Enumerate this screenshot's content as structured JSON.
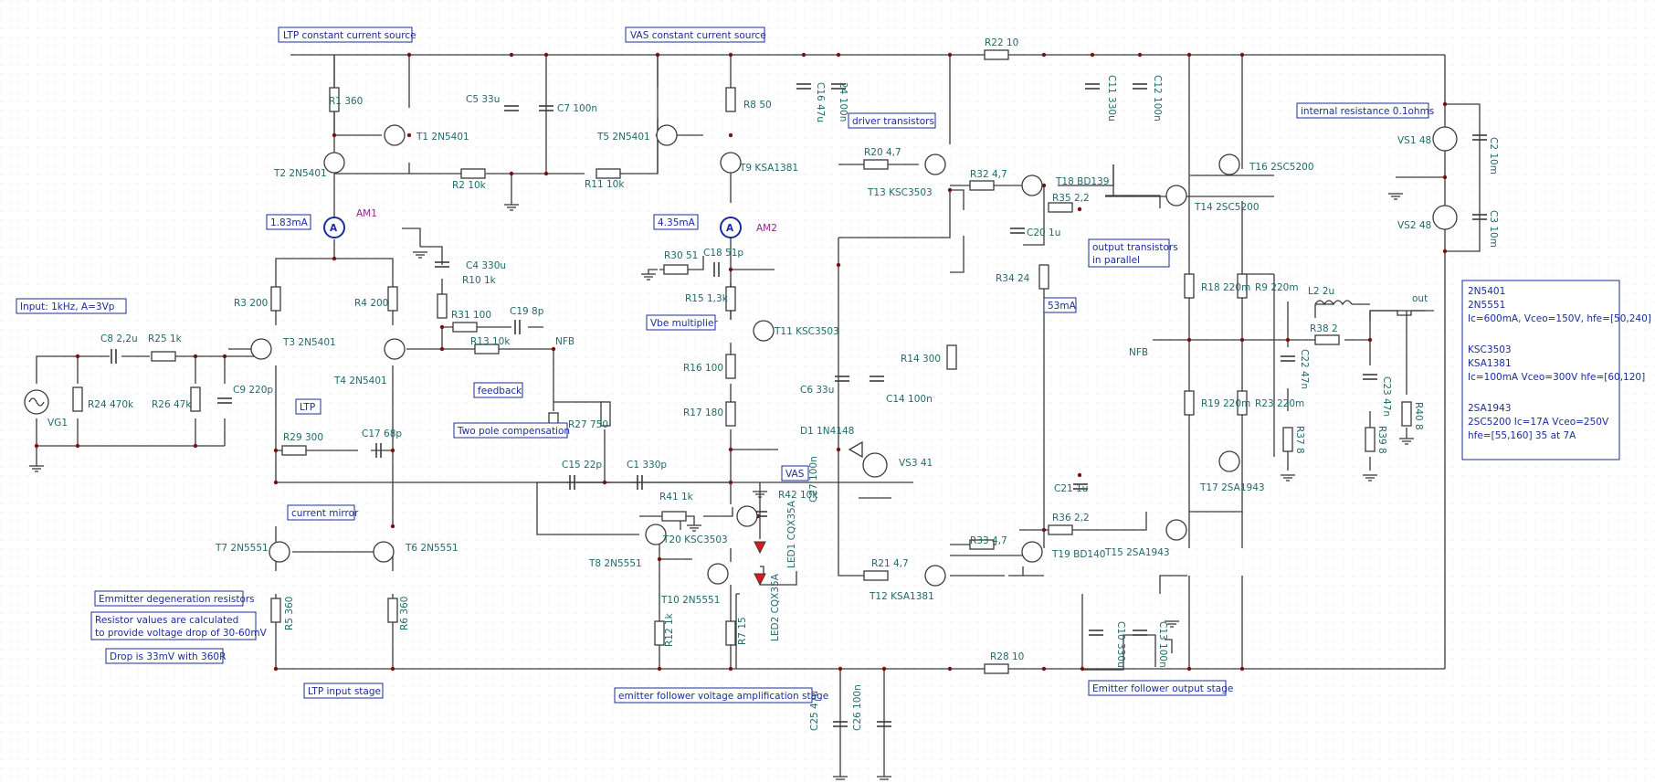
{
  "components": {
    "R1": "R1 360",
    "T1": "T1 2N5401",
    "T2": "T2 2N5401",
    "R2": "R2 10k",
    "C5": "C5 33u",
    "C7": "C7 100n",
    "T5": "T5 2N5401",
    "R8": "R8 50",
    "R11": "R11 10k",
    "T9": "T9 KSA1381",
    "C16": "C16 47u",
    "C24": "24 100n",
    "R22": "R22 10",
    "C11": "C11 330u",
    "C12": "C12 100n",
    "R20": "R20 4,7",
    "T13": "T13 KSC3503",
    "R32": "R32 4,7",
    "T18": "T18 BD139",
    "R35": "R35 2,2",
    "C20": "C20 1u",
    "R34": "R34 24",
    "T16": "T16 2SC5200",
    "T14": "T14 2SC5200",
    "VS1": "VS1 48",
    "C2": "C2 10m",
    "VS2": "VS2 48",
    "C3": "C3 10m",
    "C4": "C4 330u",
    "R10": "R10 1k",
    "R31": "R31 100",
    "C19": "C19 8p",
    "R13": "R13 10k",
    "R30": "R30 51",
    "C18": "C18 51p",
    "R15": "R15 1,3k",
    "T11": "T11 KSC3503",
    "R16": "R16 100",
    "R17": "R17 180",
    "R14": "R14 300",
    "C6": "C6 33u",
    "C14": "C14 100n",
    "D1": "D1 1N4148",
    "VS3": "VS3 41",
    "R18": "R18 220m",
    "R9": "R9 220m",
    "L2": "L2 2u",
    "R38": "R38 2",
    "C22": "C22 47n",
    "R37": "R37 8",
    "C23": "C23 47n",
    "R39": "R39 8",
    "R40": "R40 8",
    "R19": "R19 220m",
    "R23": "R23 220m",
    "C21": "C21 1u",
    "T17": "T17 2SA1943",
    "R36": "R36 2,2",
    "T15": "T15 2SA1943",
    "T19": "T19 BD140",
    "R33": "R33 4,7",
    "R21": "R21 4,7",
    "T12": "T12 KSA1381",
    "C27": "C27 100n",
    "R42": "R42 10k",
    "R41": "R41 1k",
    "T20": "T20 KSC3503",
    "LED1": "LED1 CQX35A",
    "LED2": "LED2 CQX35A",
    "T10": "T10 2N5551",
    "R7": "R7 15",
    "R12": "R12 1k",
    "T8": "T8 2N5551",
    "C15": "C15 22p",
    "C1": "C1 330p",
    "R27": "R27 750",
    "R3": "R3 200",
    "R4": "R4 200",
    "T3": "T3 2N5401",
    "T4": "T4 2N5401",
    "R29": "R29 300",
    "C17": "C17 68p",
    "C8": "C8 2,2u",
    "R25": "R25 1k",
    "C9": "C9 220p",
    "R24": "R24 470k",
    "R26": "R26 47k",
    "VG1": "VG1",
    "T7": "T7 2N5551",
    "T6": "T6 2N5551",
    "R5": "R5 360",
    "R6": "R6 360",
    "C10": "C10 330u",
    "C13": "C13 100n",
    "R28": "R28 10",
    "C25": "C25 47u",
    "C26": "C26 100n"
  },
  "meters": {
    "am1_symbol": "A",
    "am1_label": "AM1",
    "am2_symbol": "A",
    "am2_label": "AM2"
  },
  "nets": {
    "nfb_left": "NFB",
    "nfb_right": "NFB",
    "out": "out"
  },
  "annotations": {
    "ltp_ccs": "LTP constant current source",
    "vas_ccs": "VAS constant current source",
    "driver": "driver transistors",
    "internal_r": "internal resistance 0.1ohms",
    "am1_reading": "1.83mA",
    "am2_reading": "4.35mA",
    "input": "Input: 1kHz, A=3Vp",
    "vbe": "Vbe multiplier",
    "ltp": "LTP",
    "feedback": "feedback",
    "two_pole": "Two pole compensation",
    "vas": "VAS",
    "current_mirror": "current mirror",
    "out_parallel_1": "output transistors",
    "out_parallel_2": "in parallel",
    "ma53": "53mA",
    "emitter_deg": "Emmitter degeneration resistors",
    "resistor_calc_1": "Resistor values are calculated",
    "resistor_calc_2": "to provide voltage drop of 30-60mV",
    "drop": "Drop is 33mV with 360R",
    "ltp_stage": "LTP input stage",
    "ef_vas_stage": "emitter follower voltage amplification stage",
    "ef_out_stage": "Emitter follower output stage"
  },
  "spec_box": {
    "lines": [
      "2N5401",
      "2N5551",
      "Ic=600mA, Vceo=150V, hfe=[50,240]",
      "",
      "KSC3503",
      "KSA1381",
      "Ic=100mA Vceo=300V hfe=[60,120]",
      "",
      "2SA1943",
      "2SC5200 Ic=17A Vceo=250V",
      "hfe=[55,160] 35 at 7A"
    ]
  }
}
